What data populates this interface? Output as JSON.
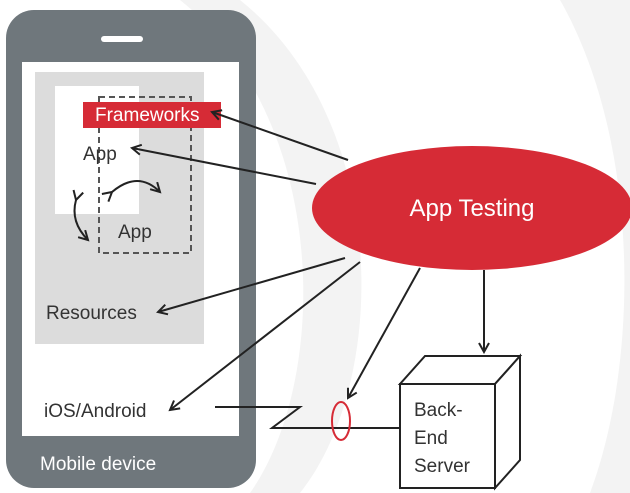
{
  "labels": {
    "frameworks": "Frameworks",
    "app_main": "App",
    "app_secondary": "App",
    "resources": "Resources",
    "os": "iOS/Android",
    "device": "Mobile device",
    "testing": "App Testing",
    "server_line1": "Back-",
    "server_line2": "End",
    "server_line3": "Server"
  },
  "colors": {
    "accent_red": "#d62b36",
    "phone_gray": "#6f777c",
    "panel_gray": "#dcdcdc",
    "stroke_dark": "#222222",
    "text_dark": "#333333",
    "text_light": "#ffffff",
    "background_swoosh": "#f2f2f2"
  },
  "icons": {
    "server": "cube-icon",
    "connection": "network-ring-icon",
    "interaction": "curved-double-arrow-icon"
  }
}
